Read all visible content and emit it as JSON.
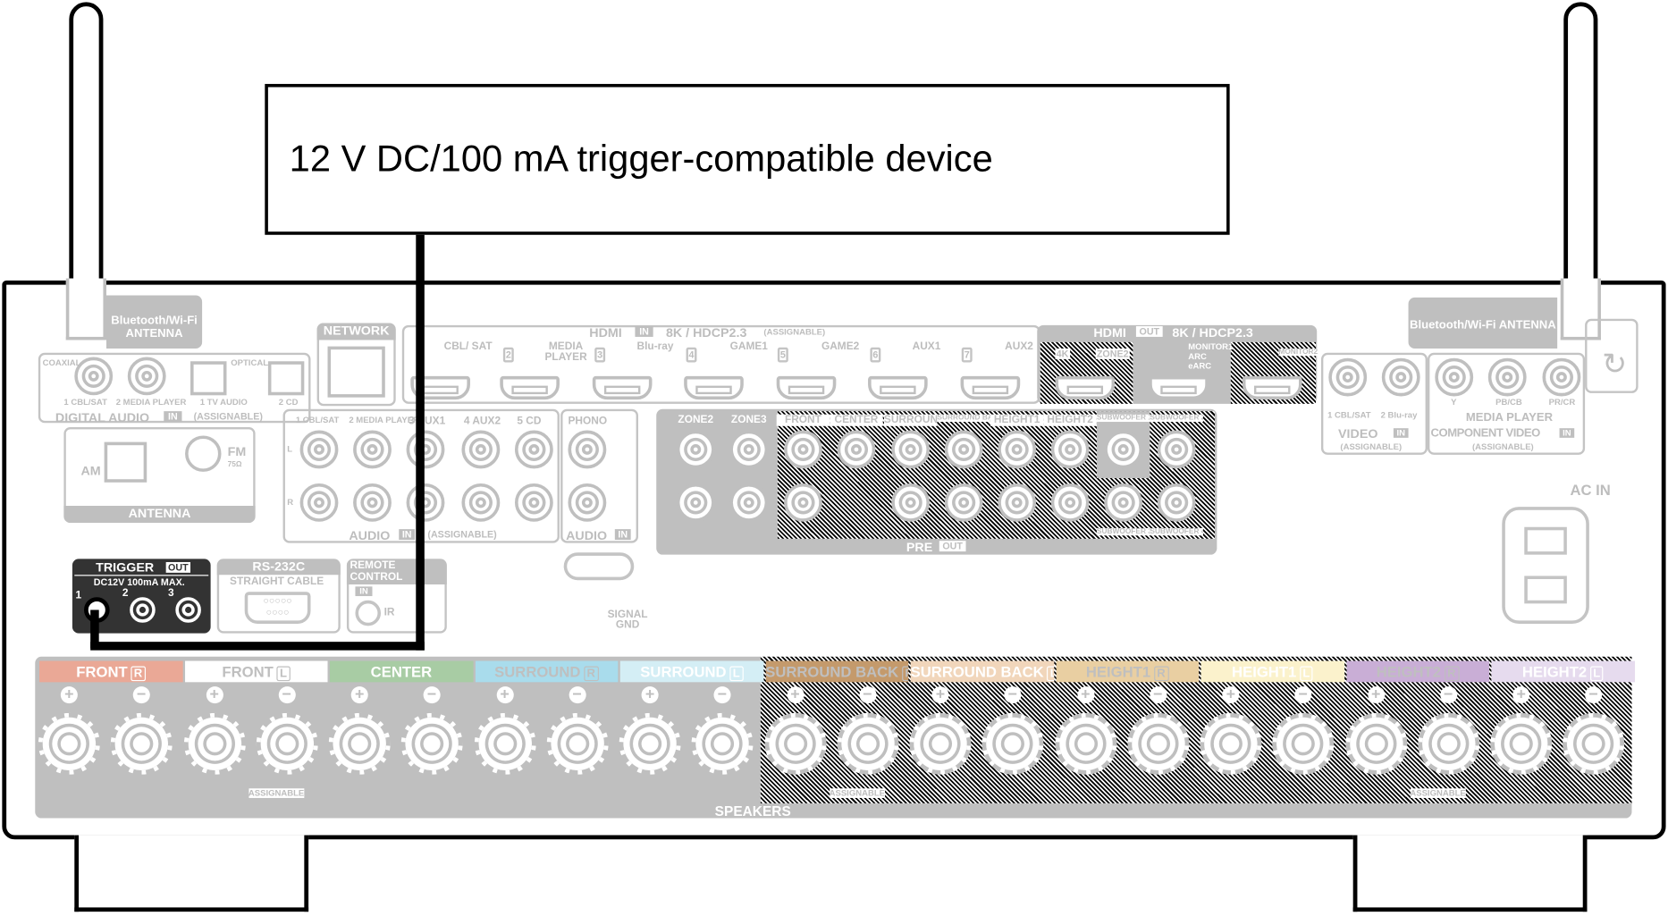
{
  "device_label": "12 V DC/100 mA trigger-compatible device",
  "bt_antenna_left": [
    "Bluetooth/Wi-Fi",
    "ANTENNA"
  ],
  "bt_antenna_right": "Bluetooth/Wi-Fi  ANTENNA",
  "digital_audio": {
    "coaxial": "COAXIAL",
    "optical": "OPTICAL",
    "inputs": [
      "1 CBL/SAT",
      "2 MEDIA PLAYER",
      "1 TV AUDIO",
      "2 CD"
    ],
    "title": "DIGITAL AUDIO",
    "in": "IN",
    "assignable": "(ASSIGNABLE)"
  },
  "network": "NETWORK",
  "hdmi_in": {
    "title": "HDMI",
    "in": "IN",
    "spec": "8K / HDCP2.3",
    "assignable": "(ASSIGNABLE)",
    "inputs": [
      "CBL/ SAT",
      "2",
      "MEDIA PLAYER",
      "3",
      "Blu-ray",
      "4",
      "GAME1",
      "5",
      "GAME2",
      "6",
      "AUX1",
      "7",
      "AUX2"
    ]
  },
  "hdmi_out": {
    "title": "HDMI",
    "out": "OUT",
    "spec": "8K / HDCP2.3",
    "ports": [
      "4K",
      "ZONE2",
      "MONITOR1 ARC eARC",
      "MONITOR2"
    ]
  },
  "antenna": {
    "am": "AM",
    "fm": "FM",
    "ohm": "75Ω",
    "title": "ANTENNA"
  },
  "audio_in": {
    "inputs": [
      "1 CBL/SAT",
      "2 MEDIA PLAYER",
      "3 AUX1",
      "4 AUX2",
      "5 CD"
    ],
    "phono": "PHONO",
    "title": "AUDIO",
    "in": "IN",
    "assignable": "(ASSIGNABLE)",
    "l": "L",
    "r": "R"
  },
  "pre_out": {
    "columns": [
      "ZONE2",
      "ZONE3",
      "FRONT",
      "CENTER",
      "SURROUND",
      "SURROUND BACK",
      "HEIGHT1",
      "HEIGHT2",
      "SUBWOOFER 1",
      "SUBWOOFER 2"
    ],
    "bottom": [
      "SUBWOOFER 3",
      "SUBWOOFER 4"
    ],
    "title": "PRE",
    "out": "OUT"
  },
  "video_in": {
    "inputs": [
      "1 CBL/SAT",
      "2 Blu-ray"
    ],
    "title": "VIDEO",
    "in": "IN",
    "assignable": "(ASSIGNABLE)"
  },
  "component_in": {
    "inputs": [
      "Y",
      "PB/CB",
      "PR/CR"
    ],
    "source": "MEDIA PLAYER",
    "title": "COMPONENT VIDEO",
    "in": "IN",
    "assignable": "(ASSIGNABLE)"
  },
  "ac_in": "AC IN",
  "trigger": {
    "title": "TRIGGER",
    "out": "OUT",
    "spec": "DC12V 100mA MAX.",
    "ports": [
      "1",
      "2",
      "3"
    ]
  },
  "rs232c": {
    "title": "RS-232C",
    "sub": "STRAIGHT CABLE"
  },
  "remote": {
    "title": "REMOTE CONTROL",
    "in": "IN",
    "ir": "IR"
  },
  "signal_gnd": "SIGNAL GND",
  "speakers": {
    "title": "SPEAKERS",
    "assignable": "ASSIGNABLE",
    "channels": [
      {
        "label": "FRONT",
        "side": "R",
        "color": "#eaa896"
      },
      {
        "label": "FRONT",
        "side": "L",
        "color": "#ffffff"
      },
      {
        "label": "CENTER",
        "side": "",
        "color": "#a8cca4"
      },
      {
        "label": "SURROUND",
        "side": "R",
        "color": "#a9dcec"
      },
      {
        "label": "SURROUND",
        "side": "L",
        "color": "#d4eef5"
      },
      {
        "label": "SURROUND BACK",
        "side": "R",
        "color": "#c49a6c"
      },
      {
        "label": "SURROUND BACK",
        "side": "L",
        "color": "#f1d6bb"
      },
      {
        "label": "HEIGHT1",
        "side": "R",
        "color": "#e9cfa2"
      },
      {
        "label": "HEIGHT1",
        "side": "L",
        "color": "#fbf2cc"
      },
      {
        "label": "HEIGHT2",
        "side": "R",
        "color": "#c9aed6"
      },
      {
        "label": "HEIGHT2",
        "side": "L",
        "color": "#e6dbee"
      }
    ]
  }
}
